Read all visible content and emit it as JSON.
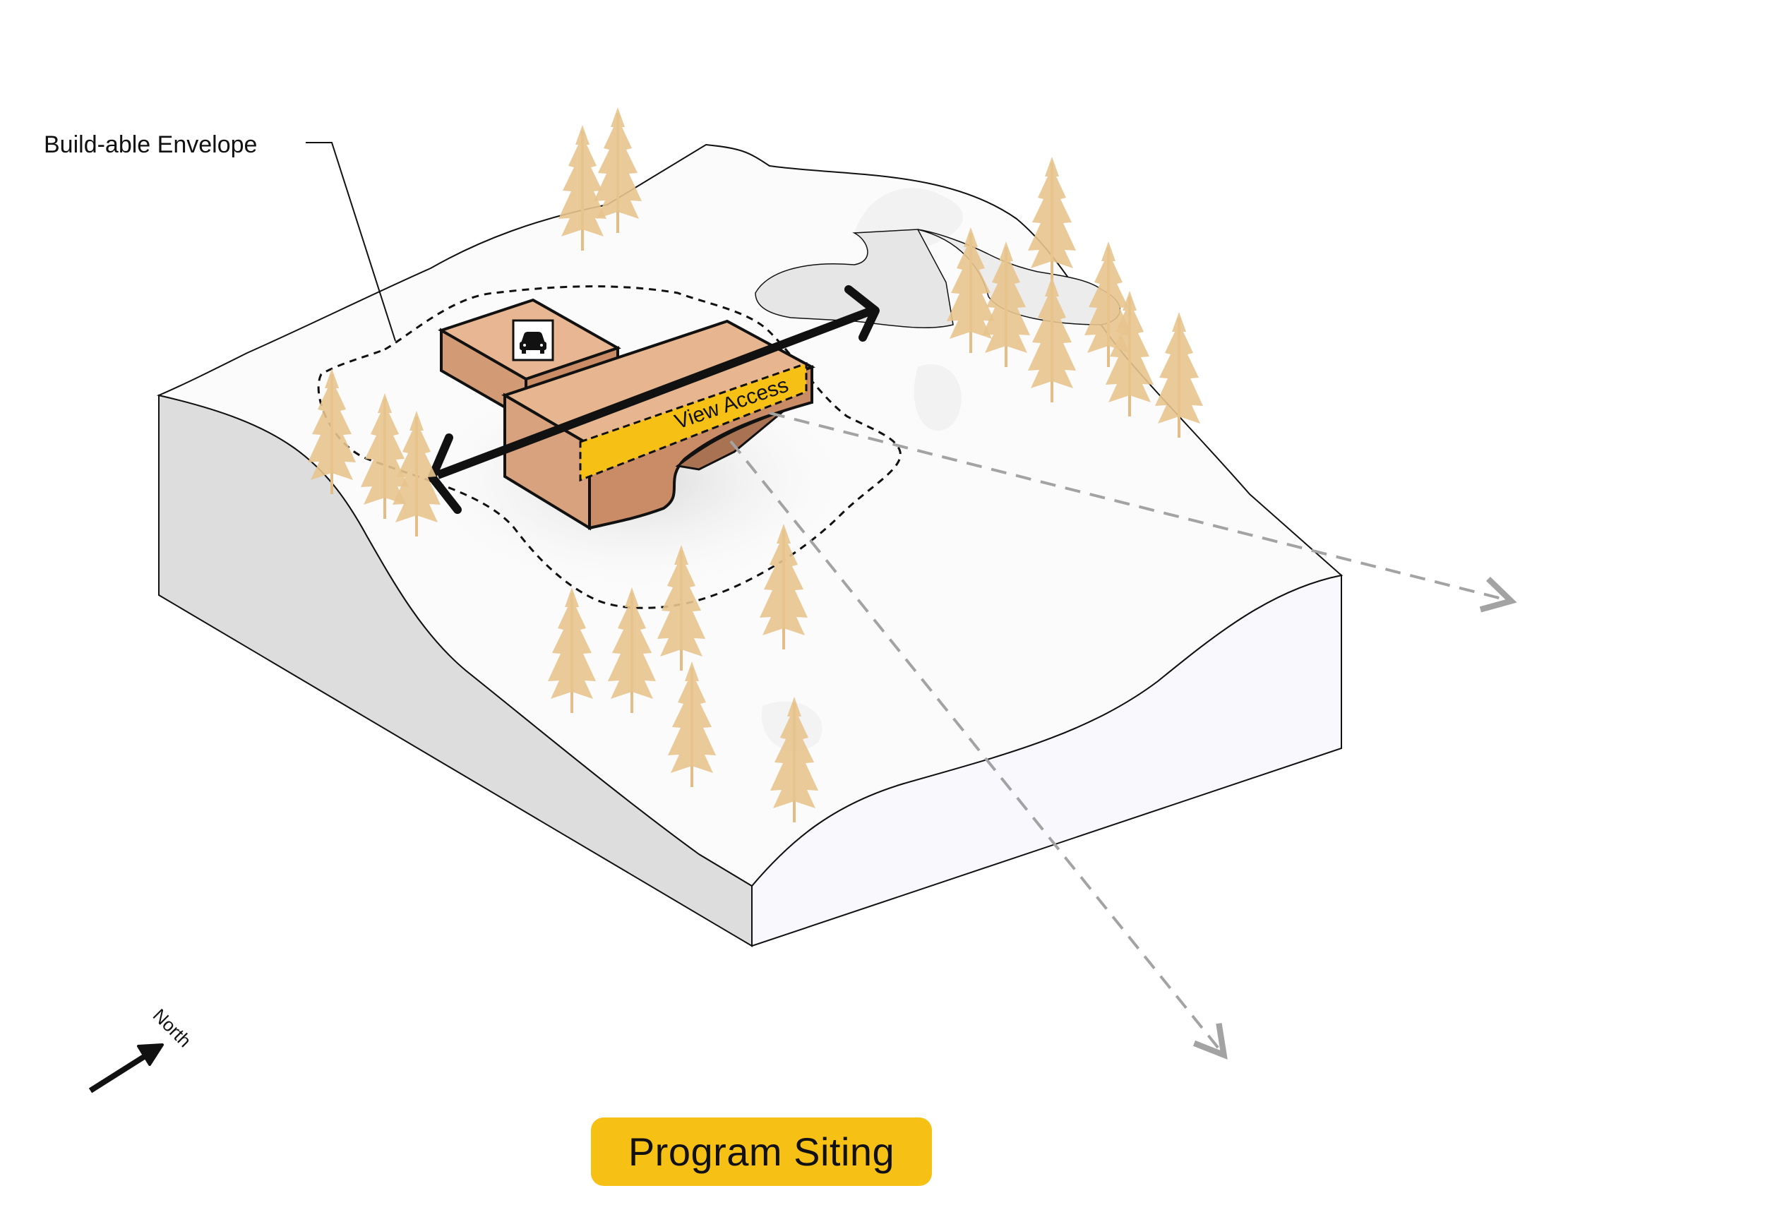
{
  "labels": {
    "envelope": "Build-able Envelope",
    "view_access": "View Access",
    "north": "North",
    "title": "Program Siting"
  },
  "icons": {
    "parking": "car-icon",
    "trees": "tree-icon",
    "north_arrow": "arrow-icon"
  },
  "colors": {
    "building": "#e7b690",
    "building_dark": "#c98c66",
    "view_band": "#f6c015",
    "trees": "#e8c48e",
    "title_pill": "#f6c015",
    "terrain_side": "#dcdcdc"
  }
}
